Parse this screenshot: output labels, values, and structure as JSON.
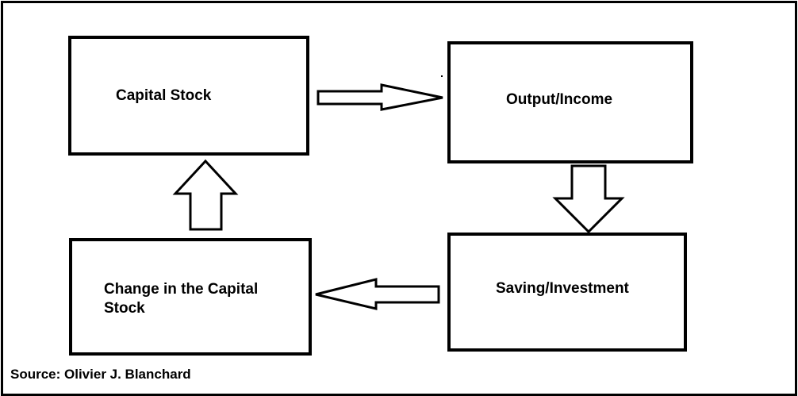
{
  "diagram": {
    "nodes": {
      "capital_stock": "Capital Stock",
      "output_income": "Output/Income",
      "saving_investment": "Saving/Investment",
      "change_capital_stock": "Change in the Capital\nStock"
    },
    "edges": [
      {
        "from": "Capital Stock",
        "to": "Output/Income"
      },
      {
        "from": "Output/Income",
        "to": "Saving/Investment"
      },
      {
        "from": "Saving/Investment",
        "to": "Change in the Capital Stock"
      },
      {
        "from": "Change in the Capital Stock",
        "to": "Capital Stock"
      }
    ],
    "source": "Source: Olivier J. Blanchard"
  }
}
